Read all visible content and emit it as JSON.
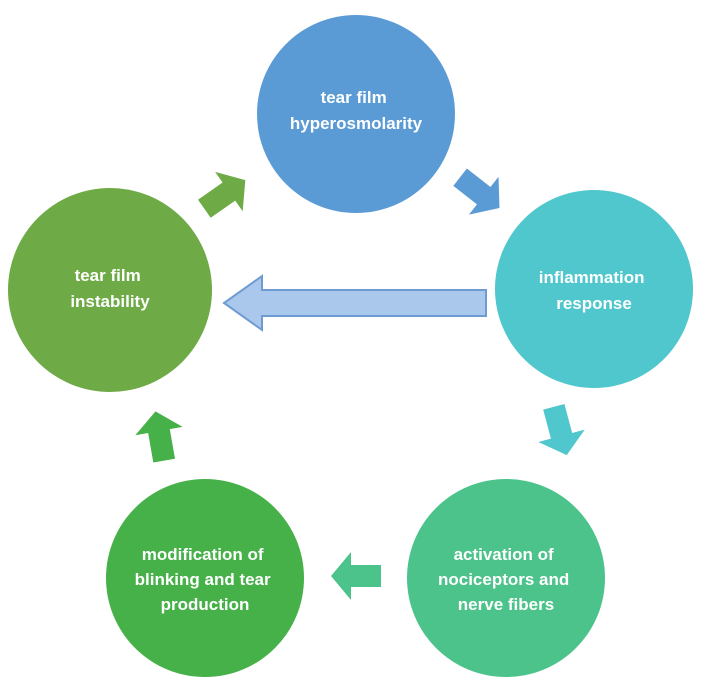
{
  "diagram": {
    "nodes": [
      {
        "id": "hyperosmolarity",
        "lines": [
          "tear film",
          "hyperosmolarity"
        ],
        "color": "#5b9bd5"
      },
      {
        "id": "inflammation",
        "lines": [
          "inflammation",
          "response"
        ],
        "color": "#4fc7cc"
      },
      {
        "id": "activation",
        "lines": [
          "activation of",
          "nociceptors and",
          "nerve fibers"
        ],
        "color": "#4cc38a"
      },
      {
        "id": "modification",
        "lines": [
          "modification of",
          "blinking and tear",
          "production"
        ],
        "color": "#46b049"
      },
      {
        "id": "instability",
        "lines": [
          "tear film",
          "instability"
        ],
        "color": "#6eaa45"
      }
    ],
    "edges": [
      {
        "from": "hyperosmolarity",
        "to": "inflammation",
        "color": "#5b9bd5"
      },
      {
        "from": "inflammation",
        "to": "activation",
        "color": "#4fc7cc"
      },
      {
        "from": "activation",
        "to": "modification",
        "color": "#4cc38a"
      },
      {
        "from": "modification",
        "to": "instability",
        "color": "#46b049"
      },
      {
        "from": "instability",
        "to": "hyperosmolarity",
        "color": "#6eaa45"
      },
      {
        "from": "inflammation",
        "to": "instability",
        "color": "#a9c8ec",
        "stroke": "#6f9bd3"
      }
    ]
  }
}
